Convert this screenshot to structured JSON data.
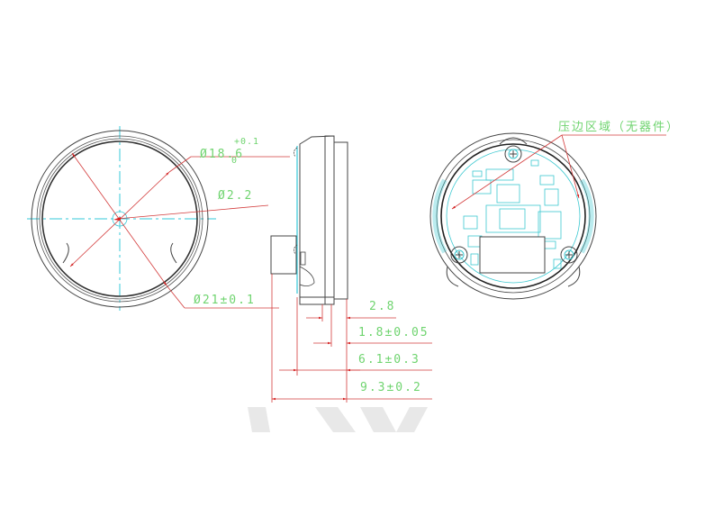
{
  "drawing": {
    "title": "Round module mechanical drawing",
    "views": [
      "front-view",
      "side-view",
      "back-view"
    ],
    "colors": {
      "outline": "#333333",
      "dimension": "#d33b3b",
      "dimension_text": "#6fd46f",
      "centerline": "#36c8d8",
      "pcb": "#3cc8d0"
    }
  },
  "front_view": {
    "dim_outer_diameter": "Ø21±0.1",
    "dim_inner_diameter": "Ø18.6",
    "dim_inner_tol_upper": "+0.1",
    "dim_inner_tol_lower": "0",
    "dim_center_hole": "Ø2.2"
  },
  "side_view": {
    "dims": [
      {
        "label": "2.8"
      },
      {
        "label": "1.8±0.05"
      },
      {
        "label": "6.1±0.3"
      },
      {
        "label": "9.3±0.2"
      }
    ]
  },
  "back_view": {
    "annotation": "压边区域（无器件）"
  }
}
